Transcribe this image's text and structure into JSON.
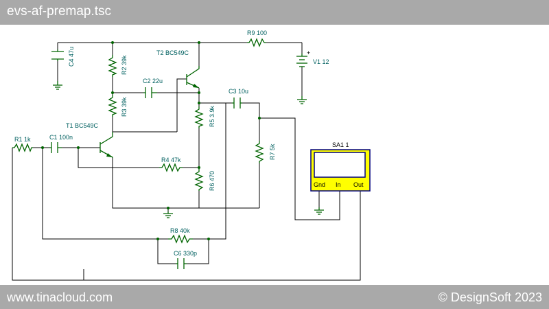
{
  "window": {
    "title": "evs-af-premap.tsc"
  },
  "footer": {
    "left": "www.tinacloud.com",
    "right": "© DesignSoft 2023"
  },
  "colors": {
    "bar": "#a9a9a9",
    "component": "#006400",
    "label": "#006060",
    "wire": "#000000",
    "instrument_fill": "#ffff00",
    "instrument_border": "#000080"
  },
  "components": {
    "C4": "C4 47u",
    "R2": "R2 39k",
    "T2": "T2 BC549C",
    "R9": "R9 100",
    "V1": "V1 12",
    "V1_plus": "+",
    "C2": "C2 22u",
    "R3": "R3 39k",
    "C3": "C3 10u",
    "R5": "R5 3.9k",
    "T1": "T1 BC549C",
    "R1": "R1 1k",
    "C1": "C1 100n",
    "R7": "R7 5k",
    "R4": "R4 47k",
    "R6": "R6 470",
    "R8": "R8 40k",
    "C6": "C6 330p"
  },
  "instrument": {
    "name": "SA1 1",
    "pins": [
      "Gnd",
      "In",
      "Out"
    ]
  }
}
